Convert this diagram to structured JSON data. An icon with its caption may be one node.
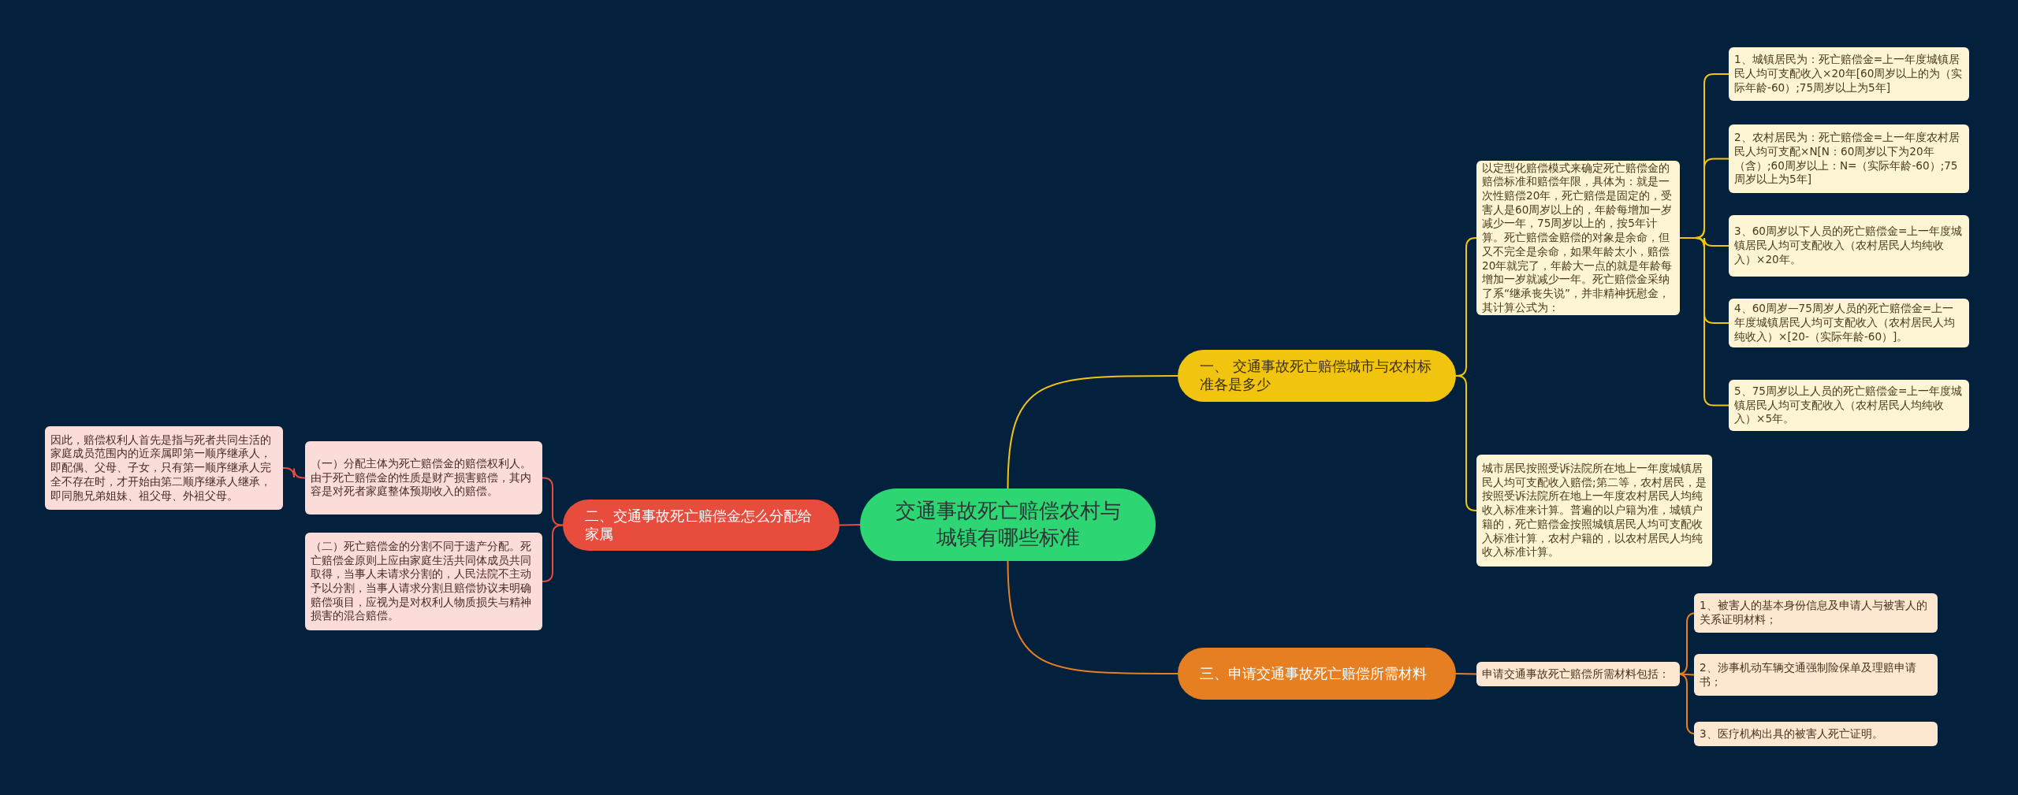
{
  "diagram": {
    "nodes": [
      {
        "text": [
          "交通事故死亡赔偿农村与城镇有哪些标准"
        ]
      },
      {
        "text": [
          "一、 交通事故死亡赔偿城市与农村标准各是多少"
        ]
      },
      {
        "text": [
          "以定型化赔偿模式来确定死亡赔偿金的赔偿标准和赔偿年限，具体为：就是一次性赔偿20年，死亡赔偿是固定的，受害人是60周岁以上的，年龄每增加一岁减少一年，75周岁以上的，按5年计算。死亡赔偿金赔偿的对象是余命，但又不完全是余命，如果年龄太小，赔偿20年就完了，年龄大一点的就是年龄每增加一岁就减少一年。死亡赔偿金采纳了系“继承丧失说”，并非精神抚慰金，其计算公式为："
        ]
      },
      {
        "text": [
          "1、城镇居民为：死亡赔偿金=上一年度城镇居民人均可支配收入×20年[60周岁以上的为（实际年龄-60）;75周岁以上为5年]"
        ]
      },
      {
        "text": [
          "2、农村居民为：死亡赔偿金=上一年度农村居民人均可支配×N[N：60周岁以下为20年（含）;60周岁以上：N=（实际年龄-60）;75周岁以上为5年]"
        ]
      },
      {
        "text": [
          "3、60周岁以下人员的死亡赔偿金=上一年度城镇居民人均可支配收入（农村居民人均纯收入）×20年。"
        ]
      },
      {
        "text": [
          "4、60周岁—75周岁人员的死亡赔偿金=上一年度城镇居民人均可支配收入（农村居民人均纯收入）×[20-（实际年龄-60）]。"
        ]
      },
      {
        "text": [
          "5、75周岁以上人员的死亡赔偿金=上一年度城镇居民人均可支配收入（农村居民人均纯收入）×5年。"
        ]
      },
      {
        "text": [
          "城市居民按照受诉法院所在地上一年度城镇居民人均可支配收入赔偿;第二等，农村居民，是按照受诉法院所在地上一年度农村居民人均纯收入标准来计算。普遍的以户籍为准，城镇户籍的，死亡赔偿金按照城镇居民人均可支配收入标准计算，农村户籍的，以农村居民人均纯收入标准计算。"
        ]
      },
      {
        "text": [
          "二、交通事故死亡赔偿金怎么分配给家属"
        ]
      },
      {
        "text": [
          "（一）分配主体为死亡赔偿金的赔偿权利人。由于死亡赔偿金的性质是财产损害赔偿，其内容是对死者家庭整体预期收入的赔偿。"
        ]
      },
      {
        "text": [
          "因此，赔偿权利人首先是指与死者共同生活的家庭成员范围内的近亲属即第一顺序继承人，即配偶、父母、子女，只有第一顺序继承人完全不存在时，才开始由第二顺序继承人继承，即同胞兄弟姐妹、祖父母、外祖父母。"
        ]
      },
      {
        "text": [
          "（二）死亡赔偿金的分割不同于遗产分配。死亡赔偿金原则上应由家庭生活共同体成员共同取得，当事人未请求分割的，人民法院不主动予以分割，当事人请求分割且赔偿协议未明确赔偿项目，应视为是对权利人物质损失与精神损害的混合赔偿。"
        ]
      },
      {
        "text": [
          "三、申请交通事故死亡赔偿所需材料"
        ]
      },
      {
        "text": [
          "申请交通事故死亡赔偿所需材料包括："
        ]
      },
      {
        "text": [
          "1、被害人的基本身份信息及申请人与被害人的关系证明材料；"
        ]
      },
      {
        "text": [
          "2、涉事机动车辆交通强制险保单及理赔申请书；"
        ]
      },
      {
        "text": [
          "3、医疗机构出具的被害人死亡证明。"
        ]
      }
    ],
    "edges": [
      {
        "from": 0,
        "to": 1,
        "arrow": "none",
        "color": "#f1c40f"
      },
      {
        "from": 1,
        "to": 2,
        "arrow": "none",
        "color": "#f1c40f"
      },
      {
        "from": 2,
        "to": 3,
        "arrow": "none",
        "color": "#f1c40f"
      },
      {
        "from": 2,
        "to": 4,
        "arrow": "none",
        "color": "#f1c40f"
      },
      {
        "from": 2,
        "to": 5,
        "arrow": "none",
        "color": "#f1c40f"
      },
      {
        "from": 2,
        "to": 6,
        "arrow": "none",
        "color": "#f1c40f"
      },
      {
        "from": 2,
        "to": 7,
        "arrow": "none",
        "color": "#f1c40f"
      },
      {
        "from": 1,
        "to": 8,
        "arrow": "none",
        "color": "#f1c40f"
      },
      {
        "from": 0,
        "to": 9,
        "arrow": "none",
        "color": "#e74c3c"
      },
      {
        "from": 9,
        "to": 10,
        "arrow": "none",
        "color": "#e74c3c"
      },
      {
        "from": 10,
        "to": 11,
        "arrow": "none",
        "color": "#e74c3c"
      },
      {
        "from": 9,
        "to": 12,
        "arrow": "none",
        "color": "#e74c3c"
      },
      {
        "from": 0,
        "to": 13,
        "arrow": "none",
        "color": "#e67e22"
      },
      {
        "from": 13,
        "to": 14,
        "arrow": "none",
        "color": "#e67e22"
      },
      {
        "from": 14,
        "to": 15,
        "arrow": "none",
        "color": "#e67e22"
      },
      {
        "from": 14,
        "to": 16,
        "arrow": "none",
        "color": "#e67e22"
      },
      {
        "from": 14,
        "to": 17,
        "arrow": "none",
        "color": "#e67e22"
      }
    ]
  }
}
